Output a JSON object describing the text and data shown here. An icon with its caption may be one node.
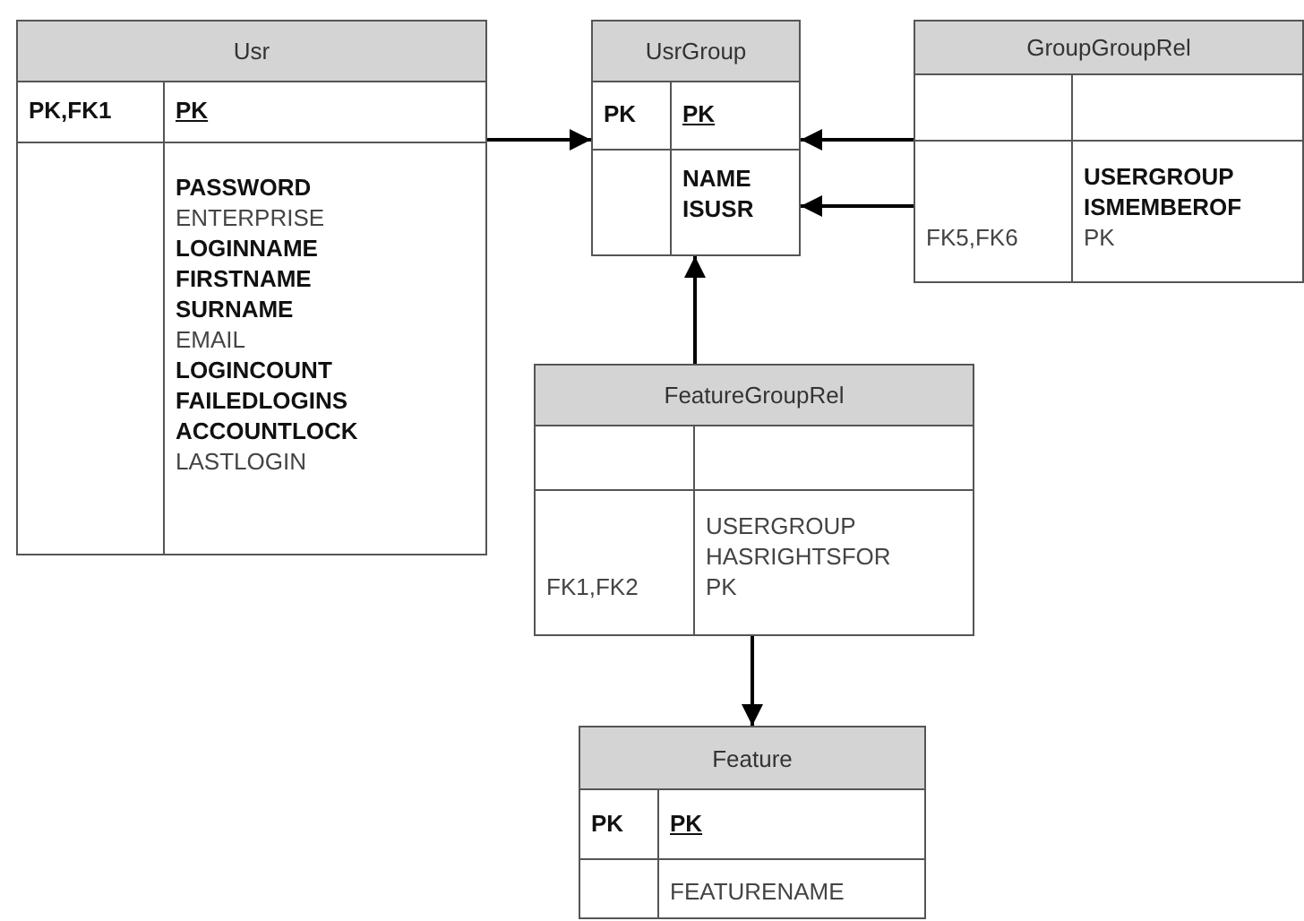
{
  "diagram": {
    "nodes": [
      {
        "text": [
          "Usr",
          "PK,FK1",
          "PK",
          "PASSWORD",
          "ENTERPRISE",
          "LOGINNAME",
          "FIRSTNAME",
          "SURNAME",
          "EMAIL",
          "LOGINCOUNT",
          "FAILEDLOGINS",
          "ACCOUNTLOCK",
          "LASTLOGIN"
        ]
      },
      {
        "text": [
          "UsrGroup",
          "PK",
          "PK",
          "NAME",
          "ISUSR"
        ]
      },
      {
        "text": [
          "GroupGroupRel",
          "FK5,FK6",
          "USERGROUP",
          "ISMEMBEROF",
          "PK"
        ]
      },
      {
        "text": [
          "FeatureGroupRel",
          "FK1,FK2",
          "USERGROUP",
          "HASRIGHTSFOR",
          "PK"
        ]
      },
      {
        "text": [
          "Feature",
          "PK",
          "PK",
          "FEATURENAME"
        ]
      }
    ],
    "edges": [
      {
        "from": 0,
        "to": 1,
        "arrow": "to"
      },
      {
        "from": 2,
        "to": 1,
        "arrow": "to"
      },
      {
        "from": 2,
        "to": 1,
        "arrow": "to"
      },
      {
        "from": 3,
        "to": 1,
        "arrow": "to"
      },
      {
        "from": 3,
        "to": 4,
        "arrow": "to"
      }
    ]
  }
}
